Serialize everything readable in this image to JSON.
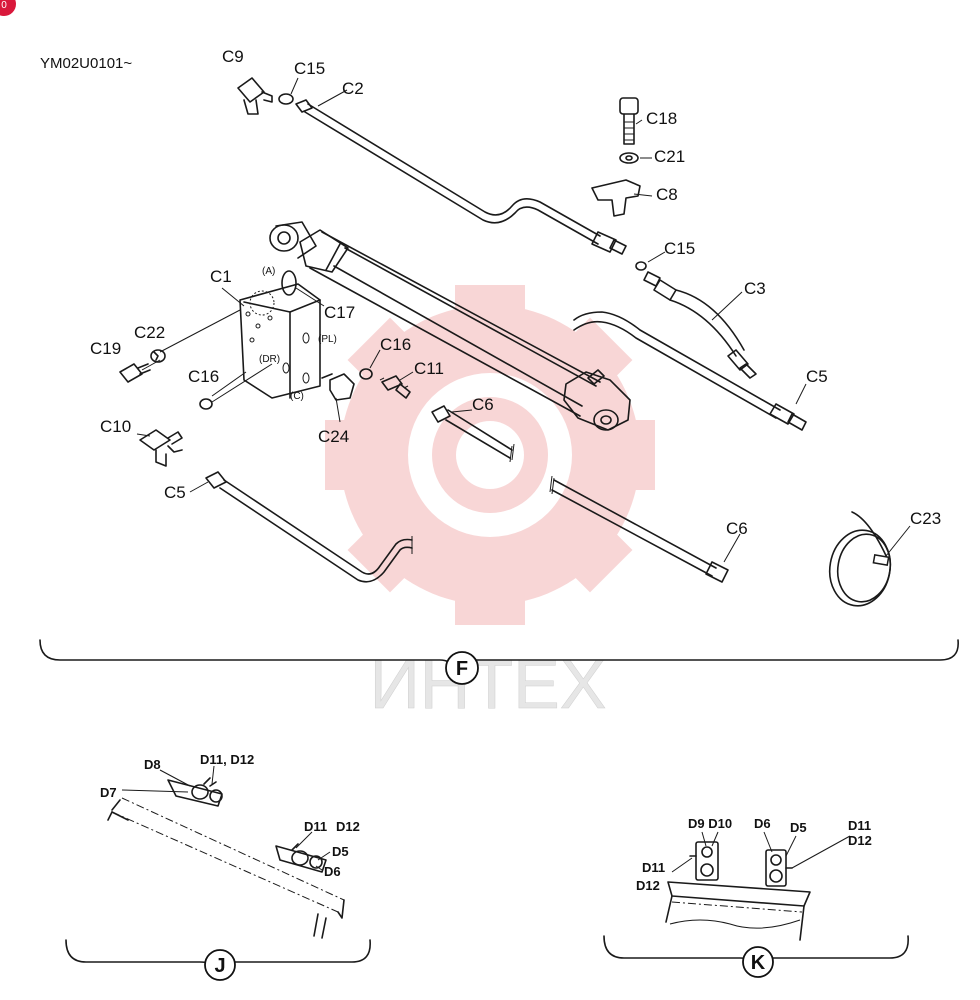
{
  "header": {
    "model_code": "YM02U0101~"
  },
  "groups": {
    "f": "F",
    "j": "J",
    "k": "K"
  },
  "watermark": {
    "text": "ИНТЕХ",
    "color": "#f4b6b6"
  },
  "badge": {
    "text": "0",
    "color": "#d9183b"
  },
  "ports": {
    "a": "(A)",
    "pl": "(PL)",
    "dr": "(DR)",
    "c": "(C)"
  },
  "labels": {
    "c1": "C1",
    "c2": "C2",
    "c3": "C3",
    "c5a": "C5",
    "c5b": "C5",
    "c6a": "C6",
    "c6b": "C6",
    "c8": "C8",
    "c9": "C9",
    "c10": "C10",
    "c11": "C11",
    "c15a": "C15",
    "c15b": "C15",
    "c16a": "C16",
    "c16b": "C16",
    "c17": "C17",
    "c18": "C18",
    "c19": "C19",
    "c21": "C21",
    "c22": "C22",
    "c23": "C23",
    "c24": "C24"
  },
  "labels_j": {
    "d7": "D7",
    "d8": "D8",
    "d11d12a": "D11, D12",
    "d11": "D11",
    "d12": "D12",
    "d5": "D5",
    "d6": "D6"
  },
  "labels_k": {
    "d9d10": "D9 D10",
    "d6": "D6",
    "d5": "D5",
    "d11r": "D11",
    "d12r": "D12",
    "d11l": "D11",
    "d12l": "D12"
  }
}
